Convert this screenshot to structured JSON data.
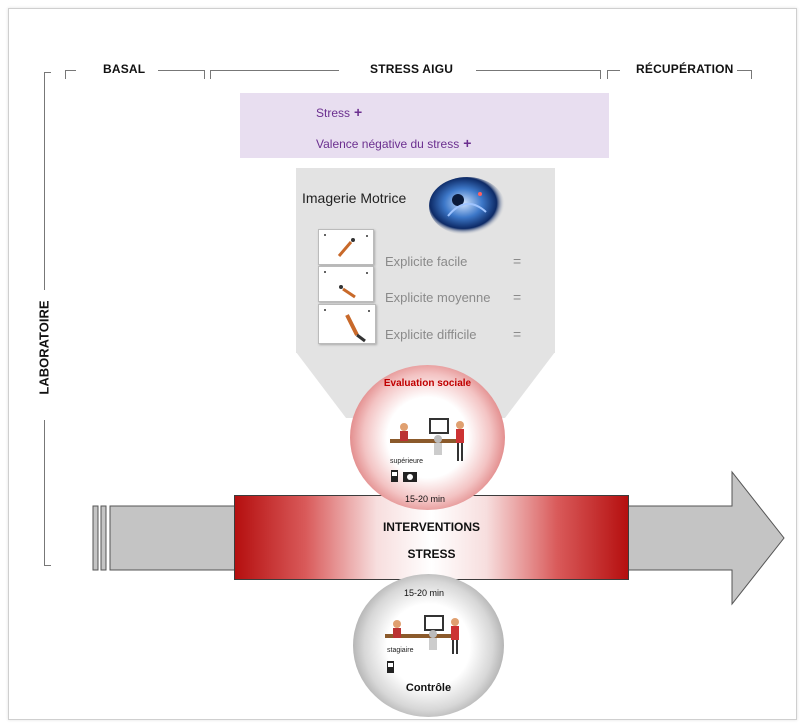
{
  "phases": {
    "basal": "BASAL",
    "stress_aigu": "STRESS AIGU",
    "recuperation": "RÉCUPÉRATION"
  },
  "side_label": "LABORATOIRE",
  "stress_effects": {
    "stress": "Stress",
    "valence": "Valence négative du stress",
    "stress_sign": "+",
    "valence_sign": "+"
  },
  "imagerie": {
    "title": "Imagerie Motrice",
    "items": [
      {
        "label": "Explicite facile",
        "sign": "="
      },
      {
        "label": "Explicite moyenne",
        "sign": "="
      },
      {
        "label": "Explicite difficile",
        "sign": "="
      }
    ]
  },
  "social": {
    "title": "Evaluation sociale",
    "duration": "15-20 min",
    "role": "supérieure"
  },
  "interventions": {
    "line1": "INTERVENTIONS",
    "line2": "STRESS"
  },
  "control": {
    "duration": "15-20 min",
    "role": "stagiaire",
    "title": "Contrôle"
  },
  "colors": {
    "purple_text": "#6b2f8f",
    "purple_bg": "#e8def0",
    "red_title": "#c00000",
    "grey_box": "#e3e3e3",
    "arrow": "#c4c4c4"
  }
}
